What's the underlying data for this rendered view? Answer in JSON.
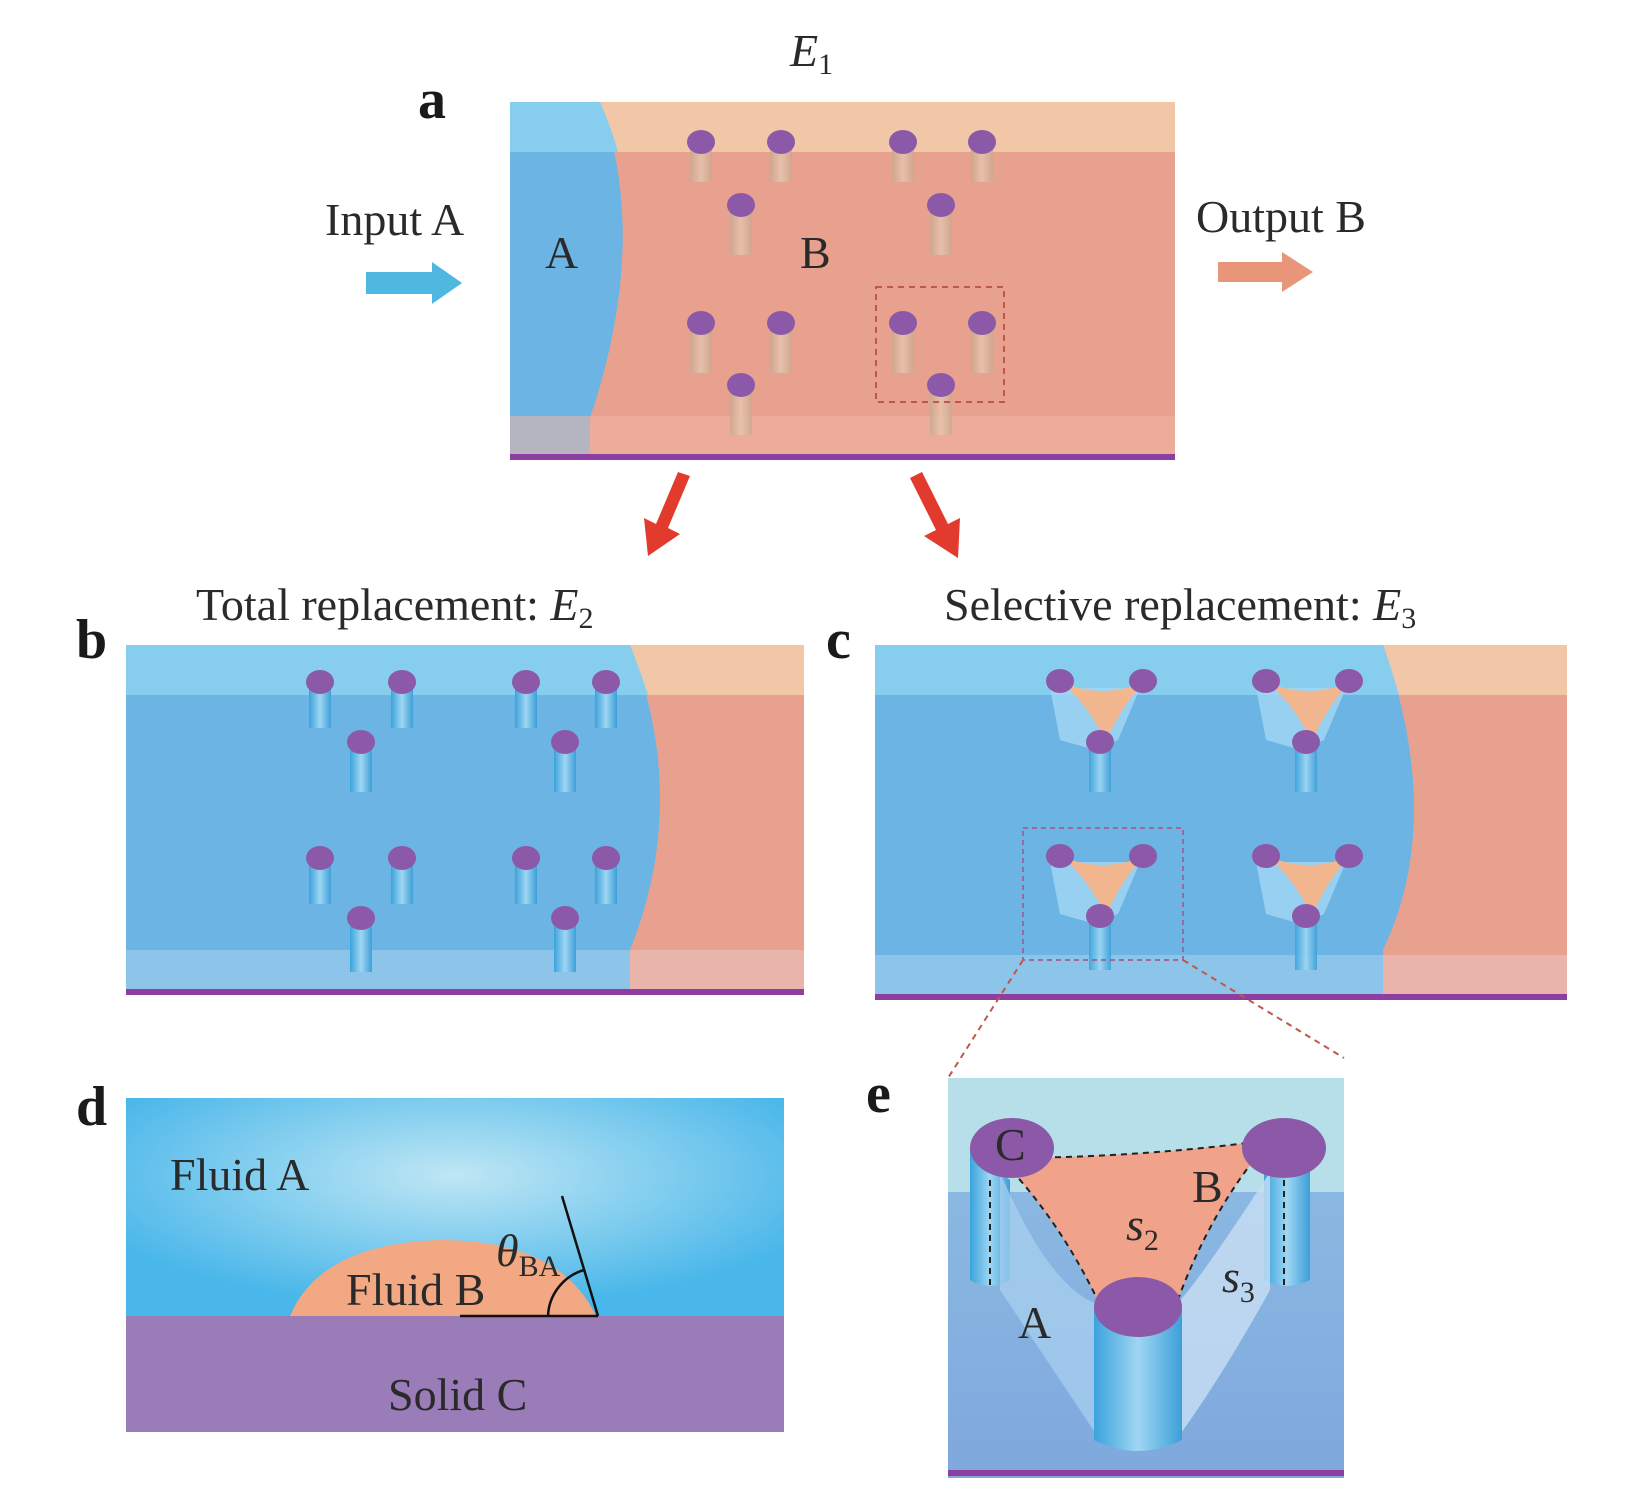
{
  "panel_a": {
    "letter": "a",
    "energy_symbol": "E",
    "energy_index": "1",
    "input_label": "Input A",
    "output_label": "Output B",
    "region_a": "A",
    "region_b": "B"
  },
  "panel_b": {
    "letter": "b",
    "title_prefix": "Total replacement: ",
    "energy_symbol": "E",
    "energy_index": "2"
  },
  "panel_c": {
    "letter": "c",
    "title_prefix": "Selective replacement: ",
    "energy_symbol": "E",
    "energy_index": "3"
  },
  "panel_d": {
    "letter": "d",
    "fluid_a": "Fluid A",
    "fluid_b": "Fluid B",
    "solid_c": "Solid C",
    "angle_symbol": "θ",
    "angle_subscript": "BA"
  },
  "panel_e": {
    "letter": "e",
    "label_c": "C",
    "label_b": "B",
    "label_a": "A",
    "s2_symbol": "s",
    "s2_index": "2",
    "s3_symbol": "s",
    "s3_index": "3"
  },
  "colors": {
    "fluid_a_blue": "#6cb8e6",
    "fluid_b_salmon": "#e8a18f",
    "pillar_purple": "#8c59a8",
    "solid_purple": "#9a7cb8",
    "arrow_red": "#e23a2c",
    "input_arrow": "#4fb8e0",
    "output_arrow": "#e8957a"
  }
}
